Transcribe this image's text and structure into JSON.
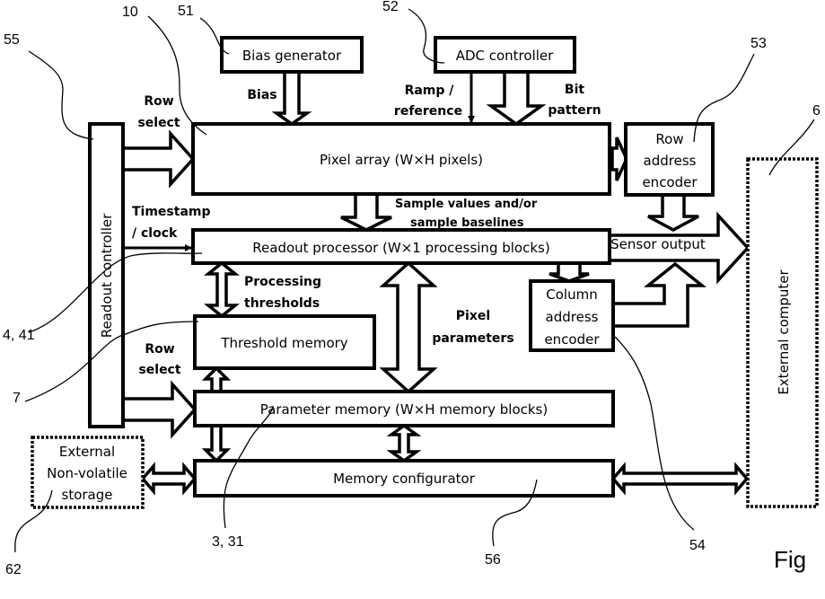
{
  "blocks": {
    "bias_generator": "Bias generator",
    "adc_controller": "ADC controller",
    "pixel_array": "Pixel array (W×H pixels)",
    "row_encoder": [
      "Row",
      "address",
      "encoder"
    ],
    "readout_controller": "Readout controller",
    "readout_processor": "Readout processor (W×1 processing blocks)",
    "column_encoder": [
      "Column",
      "address",
      "encoder"
    ],
    "threshold_memory": "Threshold memory",
    "parameter_memory": "Parameter memory (W×H memory blocks)",
    "memory_configurator": "Memory configurator",
    "external_storage": [
      "External",
      "Non-volatile",
      "storage"
    ],
    "external_computer": "External computer"
  },
  "signals": {
    "bias": "Bias",
    "ramp": [
      "Ramp /",
      "reference"
    ],
    "bit_pattern": [
      "Bit",
      "pattern"
    ],
    "row_select_top": [
      "Row",
      "select"
    ],
    "timestamp": [
      "Timestamp",
      "/ clock"
    ],
    "sample_values": [
      "Sample values and/or",
      "sample baselines"
    ],
    "sensor_output": "Sensor output",
    "processing_thresholds": [
      "Processing",
      "thresholds"
    ],
    "pixel_parameters": [
      "Pixel",
      "parameters"
    ],
    "row_select_bottom": [
      "Row",
      "select"
    ]
  },
  "refs": {
    "r10": "10",
    "r51": "51",
    "r52": "52",
    "r53": "53",
    "r55": "55",
    "r6": "6",
    "r4_41": "4, 41",
    "r7": "7",
    "r3_31": "3, 31",
    "r56": "56",
    "r54": "54",
    "r62": "62"
  },
  "figure_label": "Fig"
}
